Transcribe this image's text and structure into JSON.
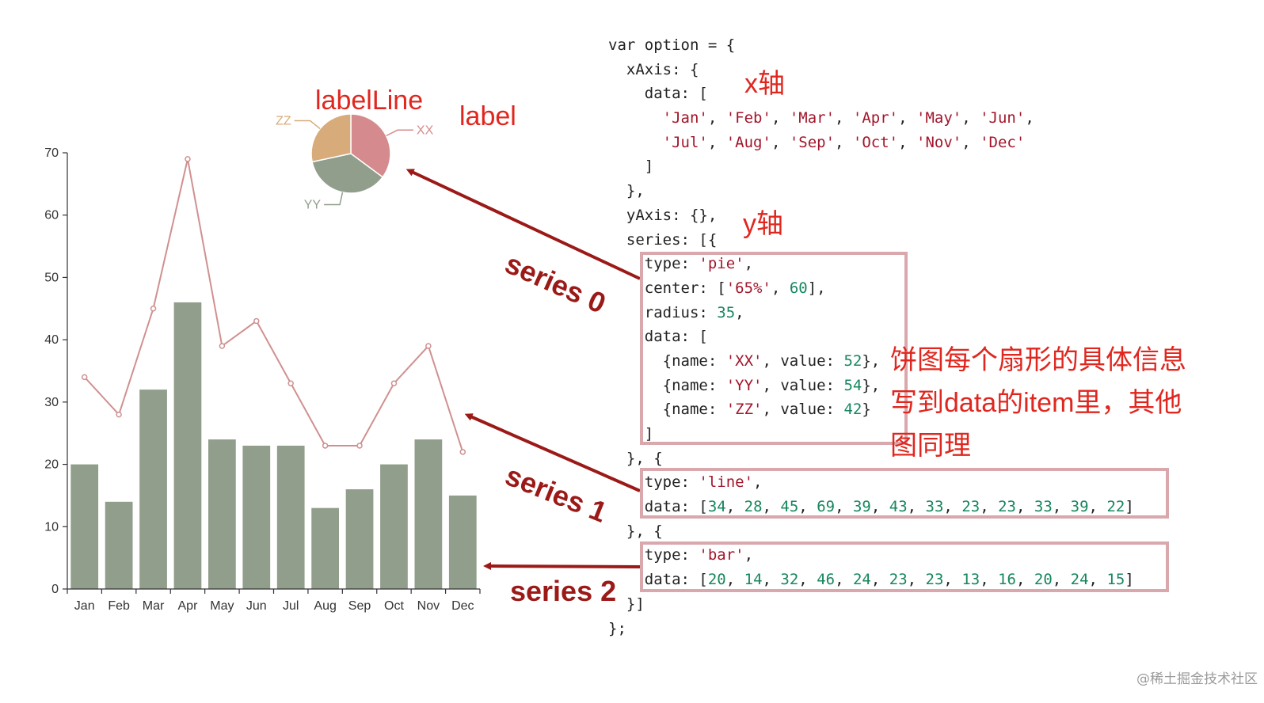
{
  "chart_data": [
    {
      "type": "bar+line",
      "categories": [
        "Jan",
        "Feb",
        "Mar",
        "Apr",
        "May",
        "Jun",
        "Jul",
        "Aug",
        "Sep",
        "Oct",
        "Nov",
        "Dec"
      ],
      "series": [
        {
          "type": "line",
          "values": [
            34,
            28,
            45,
            69,
            39,
            43,
            33,
            23,
            23,
            33,
            39,
            22
          ]
        },
        {
          "type": "bar",
          "values": [
            20,
            14,
            32,
            46,
            24,
            23,
            23,
            13,
            16,
            20,
            24,
            15
          ]
        }
      ],
      "ylim": [
        0,
        70
      ],
      "yticks": [
        0,
        10,
        20,
        30,
        40,
        50,
        60,
        70
      ],
      "colors": {
        "bar": "#919e8b",
        "line": "#d09090",
        "axis": "#333333"
      }
    },
    {
      "type": "pie",
      "slices": [
        {
          "name": "XX",
          "value": 52,
          "color": "#d58b8d"
        },
        {
          "name": "YY",
          "value": 54,
          "color": "#909e8b"
        },
        {
          "name": "ZZ",
          "value": 42,
          "color": "#d8ab7a"
        }
      ]
    }
  ],
  "annotations": {
    "labelline": "labelLine",
    "label": "label",
    "x_axis": "x轴",
    "y_axis": "y轴",
    "series0": "series 0",
    "series1": "series 1",
    "series2": "series 2",
    "note_lines": [
      "饼图每个扇形的具体信息",
      "写到data的item里，其他",
      "图同理"
    ],
    "arrow_color": "#9b1a18"
  },
  "code": {
    "lines": [
      [
        {
          "t": "var option = {",
          "c": "pun"
        }
      ],
      [
        {
          "t": "  xAxis: {",
          "c": "pun"
        }
      ],
      [
        {
          "t": "    data: [",
          "c": "pun"
        }
      ],
      [
        {
          "t": "      ",
          "c": "pun"
        },
        {
          "t": "'Jan'",
          "c": "str"
        },
        {
          "t": ", ",
          "c": "pun"
        },
        {
          "t": "'Feb'",
          "c": "str"
        },
        {
          "t": ", ",
          "c": "pun"
        },
        {
          "t": "'Mar'",
          "c": "str"
        },
        {
          "t": ", ",
          "c": "pun"
        },
        {
          "t": "'Apr'",
          "c": "str"
        },
        {
          "t": ", ",
          "c": "pun"
        },
        {
          "t": "'May'",
          "c": "str"
        },
        {
          "t": ", ",
          "c": "pun"
        },
        {
          "t": "'Jun'",
          "c": "str"
        },
        {
          "t": ",",
          "c": "pun"
        }
      ],
      [
        {
          "t": "      ",
          "c": "pun"
        },
        {
          "t": "'Jul'",
          "c": "str"
        },
        {
          "t": ", ",
          "c": "pun"
        },
        {
          "t": "'Aug'",
          "c": "str"
        },
        {
          "t": ", ",
          "c": "pun"
        },
        {
          "t": "'Sep'",
          "c": "str"
        },
        {
          "t": ", ",
          "c": "pun"
        },
        {
          "t": "'Oct'",
          "c": "str"
        },
        {
          "t": ", ",
          "c": "pun"
        },
        {
          "t": "'Nov'",
          "c": "str"
        },
        {
          "t": ", ",
          "c": "pun"
        },
        {
          "t": "'Dec'",
          "c": "str"
        }
      ],
      [
        {
          "t": "    ]",
          "c": "pun"
        }
      ],
      [
        {
          "t": "  },",
          "c": "pun"
        }
      ],
      [
        {
          "t": "  yAxis: {},",
          "c": "pun"
        }
      ],
      [
        {
          "t": "  series: [{",
          "c": "pun"
        }
      ],
      [
        {
          "t": "    type: ",
          "c": "pun"
        },
        {
          "t": "'pie'",
          "c": "str"
        },
        {
          "t": ",",
          "c": "pun"
        }
      ],
      [
        {
          "t": "    center: [",
          "c": "pun"
        },
        {
          "t": "'65%'",
          "c": "str"
        },
        {
          "t": ", ",
          "c": "pun"
        },
        {
          "t": "60",
          "c": "num"
        },
        {
          "t": "],",
          "c": "pun"
        }
      ],
      [
        {
          "t": "    radius: ",
          "c": "pun"
        },
        {
          "t": "35",
          "c": "num"
        },
        {
          "t": ",",
          "c": "pun"
        }
      ],
      [
        {
          "t": "    data: [",
          "c": "pun"
        }
      ],
      [
        {
          "t": "      {name: ",
          "c": "pun"
        },
        {
          "t": "'XX'",
          "c": "str"
        },
        {
          "t": ", value: ",
          "c": "pun"
        },
        {
          "t": "52",
          "c": "num"
        },
        {
          "t": "},",
          "c": "pun"
        }
      ],
      [
        {
          "t": "      {name: ",
          "c": "pun"
        },
        {
          "t": "'YY'",
          "c": "str"
        },
        {
          "t": ", value: ",
          "c": "pun"
        },
        {
          "t": "54",
          "c": "num"
        },
        {
          "t": "},",
          "c": "pun"
        }
      ],
      [
        {
          "t": "      {name: ",
          "c": "pun"
        },
        {
          "t": "'ZZ'",
          "c": "str"
        },
        {
          "t": ", value: ",
          "c": "pun"
        },
        {
          "t": "42",
          "c": "num"
        },
        {
          "t": "}",
          "c": "pun"
        }
      ],
      [
        {
          "t": "    ]",
          "c": "pun"
        }
      ],
      [
        {
          "t": "  }, {",
          "c": "pun"
        }
      ],
      [
        {
          "t": "    type: ",
          "c": "pun"
        },
        {
          "t": "'line'",
          "c": "str"
        },
        {
          "t": ",",
          "c": "pun"
        }
      ],
      [
        {
          "t": "    data: [",
          "c": "pun"
        },
        {
          "t": "34",
          "c": "num"
        },
        {
          "t": ", ",
          "c": "pun"
        },
        {
          "t": "28",
          "c": "num"
        },
        {
          "t": ", ",
          "c": "pun"
        },
        {
          "t": "45",
          "c": "num"
        },
        {
          "t": ", ",
          "c": "pun"
        },
        {
          "t": "69",
          "c": "num"
        },
        {
          "t": ", ",
          "c": "pun"
        },
        {
          "t": "39",
          "c": "num"
        },
        {
          "t": ", ",
          "c": "pun"
        },
        {
          "t": "43",
          "c": "num"
        },
        {
          "t": ", ",
          "c": "pun"
        },
        {
          "t": "33",
          "c": "num"
        },
        {
          "t": ", ",
          "c": "pun"
        },
        {
          "t": "23",
          "c": "num"
        },
        {
          "t": ", ",
          "c": "pun"
        },
        {
          "t": "23",
          "c": "num"
        },
        {
          "t": ", ",
          "c": "pun"
        },
        {
          "t": "33",
          "c": "num"
        },
        {
          "t": ", ",
          "c": "pun"
        },
        {
          "t": "39",
          "c": "num"
        },
        {
          "t": ", ",
          "c": "pun"
        },
        {
          "t": "22",
          "c": "num"
        },
        {
          "t": "]",
          "c": "pun"
        }
      ],
      [
        {
          "t": "  }, {",
          "c": "pun"
        }
      ],
      [
        {
          "t": "    type: ",
          "c": "pun"
        },
        {
          "t": "'bar'",
          "c": "str"
        },
        {
          "t": ",",
          "c": "pun"
        }
      ],
      [
        {
          "t": "    data: [",
          "c": "pun"
        },
        {
          "t": "20",
          "c": "num"
        },
        {
          "t": ", ",
          "c": "pun"
        },
        {
          "t": "14",
          "c": "num"
        },
        {
          "t": ", ",
          "c": "pun"
        },
        {
          "t": "32",
          "c": "num"
        },
        {
          "t": ", ",
          "c": "pun"
        },
        {
          "t": "46",
          "c": "num"
        },
        {
          "t": ", ",
          "c": "pun"
        },
        {
          "t": "24",
          "c": "num"
        },
        {
          "t": ", ",
          "c": "pun"
        },
        {
          "t": "23",
          "c": "num"
        },
        {
          "t": ", ",
          "c": "pun"
        },
        {
          "t": "23",
          "c": "num"
        },
        {
          "t": ", ",
          "c": "pun"
        },
        {
          "t": "13",
          "c": "num"
        },
        {
          "t": ", ",
          "c": "pun"
        },
        {
          "t": "16",
          "c": "num"
        },
        {
          "t": ", ",
          "c": "pun"
        },
        {
          "t": "20",
          "c": "num"
        },
        {
          "t": ", ",
          "c": "pun"
        },
        {
          "t": "24",
          "c": "num"
        },
        {
          "t": ", ",
          "c": "pun"
        },
        {
          "t": "15",
          "c": "num"
        },
        {
          "t": "]",
          "c": "pun"
        }
      ],
      [
        {
          "t": "  }]",
          "c": "pun"
        }
      ],
      [
        {
          "t": "};",
          "c": "pun"
        }
      ]
    ]
  },
  "watermark": "@稀土掘金技术社区"
}
